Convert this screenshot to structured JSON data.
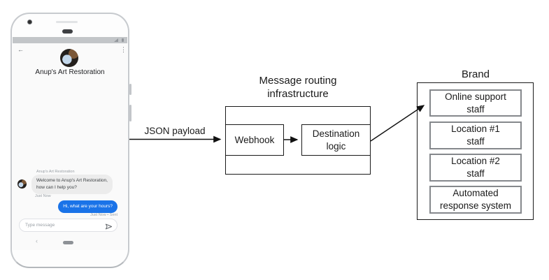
{
  "phone": {
    "status_bar": {
      "signal_icon": "signal",
      "battery_icon": "battery"
    },
    "header": {
      "back_icon": "←",
      "title": "Anup's Art Restoration",
      "menu_icon": "⋮"
    },
    "conversation": {
      "sender_label": "Anup's Art Restoration",
      "incoming_message": "Welcome to Anup's Art Restoration,\nhow can I help you?",
      "incoming_timestamp": "Just Now",
      "outgoing_message": "Hi, what are your hours?",
      "outgoing_timestamp": "Just Now • Sent"
    },
    "composer": {
      "placeholder": "Type message",
      "send_icon": "send-plane"
    },
    "nav": {
      "back_icon": "‹",
      "home_icon": "home-pill"
    }
  },
  "diagram": {
    "payload_arrow_label": "JSON payload",
    "routing": {
      "title": "Message routing\ninfrastructure",
      "webhook": "Webhook",
      "destination": "Destination\nlogic"
    },
    "brand": {
      "title": "Brand",
      "items": [
        "Online support\nstaff",
        "Location #1\nstaff",
        "Location #2\nstaff",
        "Automated\nresponse system"
      ]
    }
  },
  "colors": {
    "outgoing_bubble": "#1a73e8",
    "incoming_bubble": "#ececec",
    "connector_line": "#111111",
    "brand_item_border": "#85888c"
  }
}
